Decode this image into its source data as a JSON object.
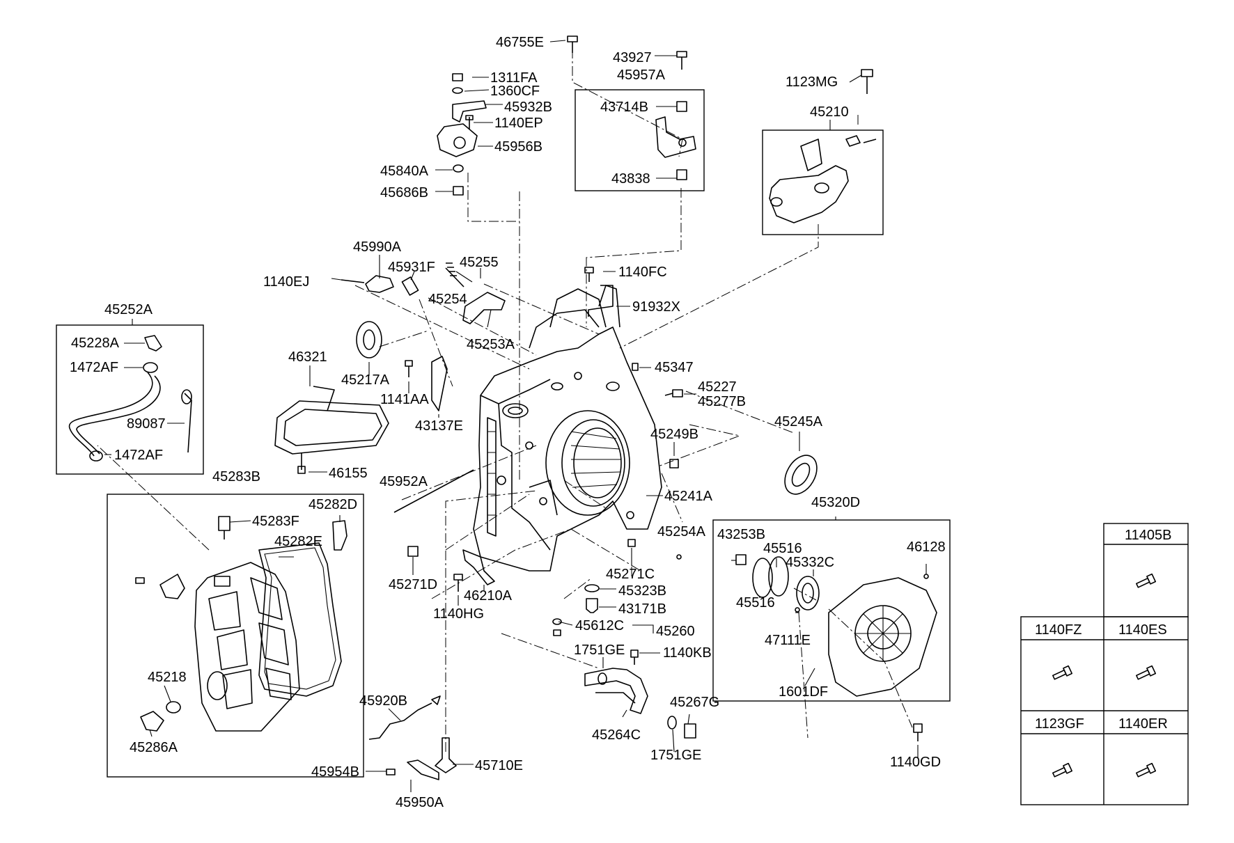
{
  "diagram": {
    "part_labels": [
      "46755E",
      "43927",
      "45957A",
      "1123MG",
      "1311FA",
      "1360CF",
      "45932B",
      "43714B",
      "1140EP",
      "45956B",
      "45210",
      "45840A",
      "43838",
      "45686B",
      "45990A",
      "45255",
      "45931F",
      "1140FC",
      "1140EJ",
      "45254",
      "91932X",
      "45252A",
      "45253A",
      "45228A",
      "46321",
      "45217A",
      "45347",
      "1472AF",
      "1141AA",
      "45227",
      "45277B",
      "89087",
      "43137E",
      "45245A",
      "45249B",
      "1472AF",
      "46155",
      "45283B",
      "45952A",
      "45241A",
      "45320D",
      "45282D",
      "45283F",
      "45254A",
      "45282E",
      "43253B",
      "46128",
      "45516",
      "45332C",
      "45271C",
      "45271D",
      "46210A",
      "45323B",
      "45516",
      "1140HG",
      "43171B",
      "47111E",
      "45612C",
      "45260",
      "1751GE",
      "1140KB",
      "45218",
      "1601DF",
      "45267G",
      "45920B",
      "45264C",
      "45286A",
      "1751GE",
      "1140GD",
      "45710E",
      "45954B",
      "45950A"
    ],
    "legend_table": [
      [
        "",
        "11405B"
      ],
      [
        "1140FZ",
        "1140ES"
      ],
      [
        "1123GF",
        "1140ER"
      ]
    ]
  }
}
